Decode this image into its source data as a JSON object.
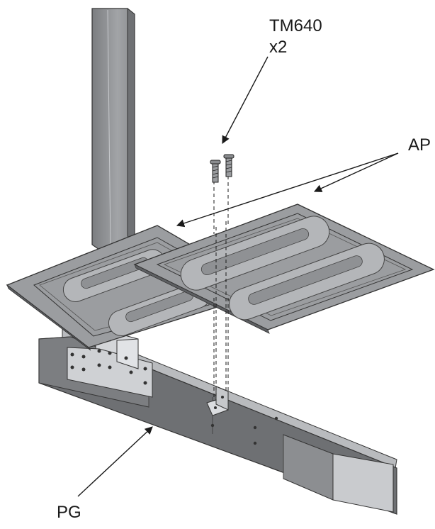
{
  "labels": {
    "screw_part": "TM640",
    "screw_qty": "x2",
    "plates": "AP",
    "rail": "PG"
  },
  "colors": {
    "line": "#1a1a1a",
    "post": "#8a8c8f",
    "plate": "#9b9da0",
    "plate_groove": "#b4b6b9",
    "rail_dark": "#6e7073",
    "rail_light": "#b9bbbe",
    "bracket": "#d4d6d9"
  },
  "icons": [
    "screw-icon",
    "bolt-hole-icon",
    "arrow-icon"
  ]
}
